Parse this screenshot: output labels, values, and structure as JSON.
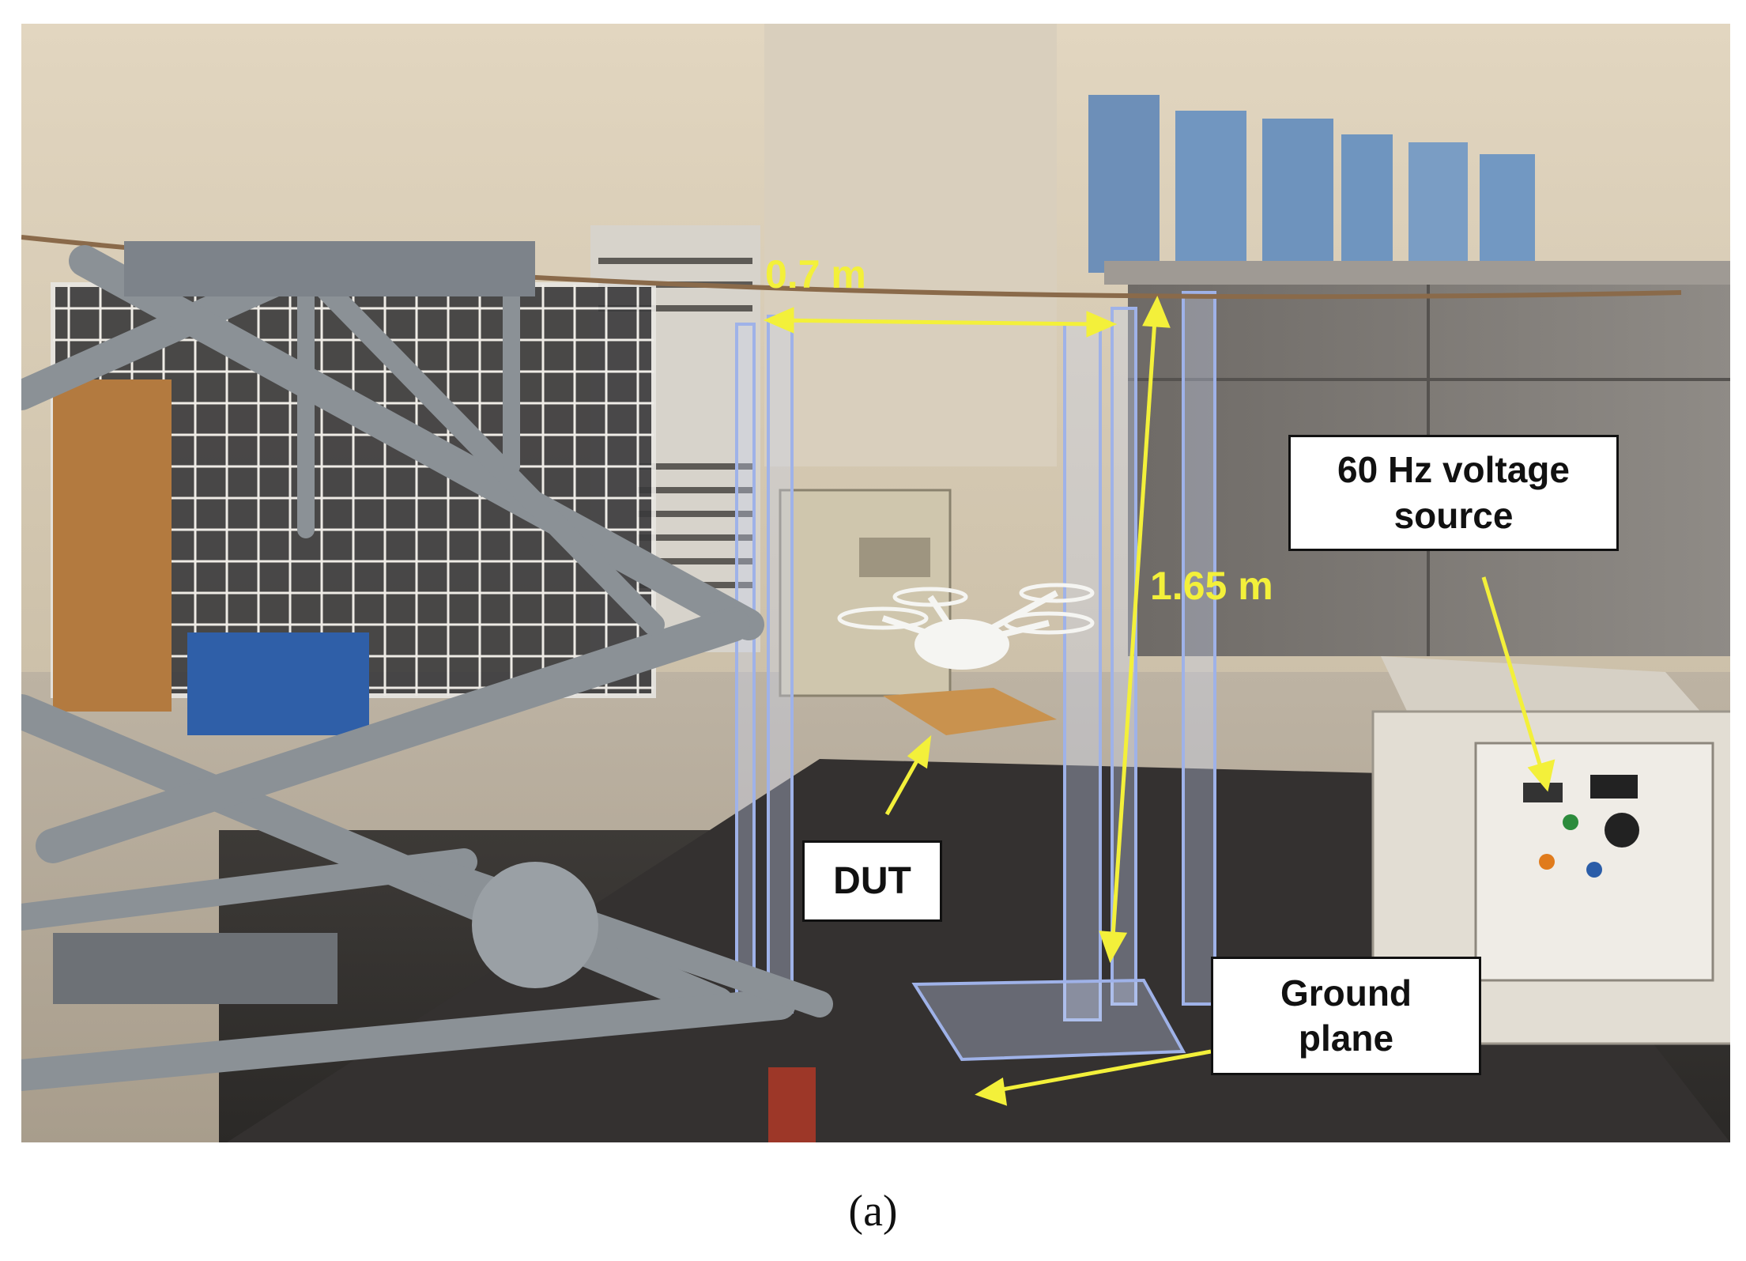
{
  "figure": {
    "caption": "(a)"
  },
  "annotations": {
    "horizontal_dimension": "0.7 m",
    "vertical_dimension": "1.65 m",
    "dut_label": "DUT",
    "voltage_source_label_line1": "60 Hz voltage",
    "voltage_source_label_line2": "source",
    "ground_plane_label_line1": "Ground",
    "ground_plane_label_line2": "plane"
  },
  "colors": {
    "annotation_arrow": "#f3f03a",
    "label_border": "#111111"
  }
}
